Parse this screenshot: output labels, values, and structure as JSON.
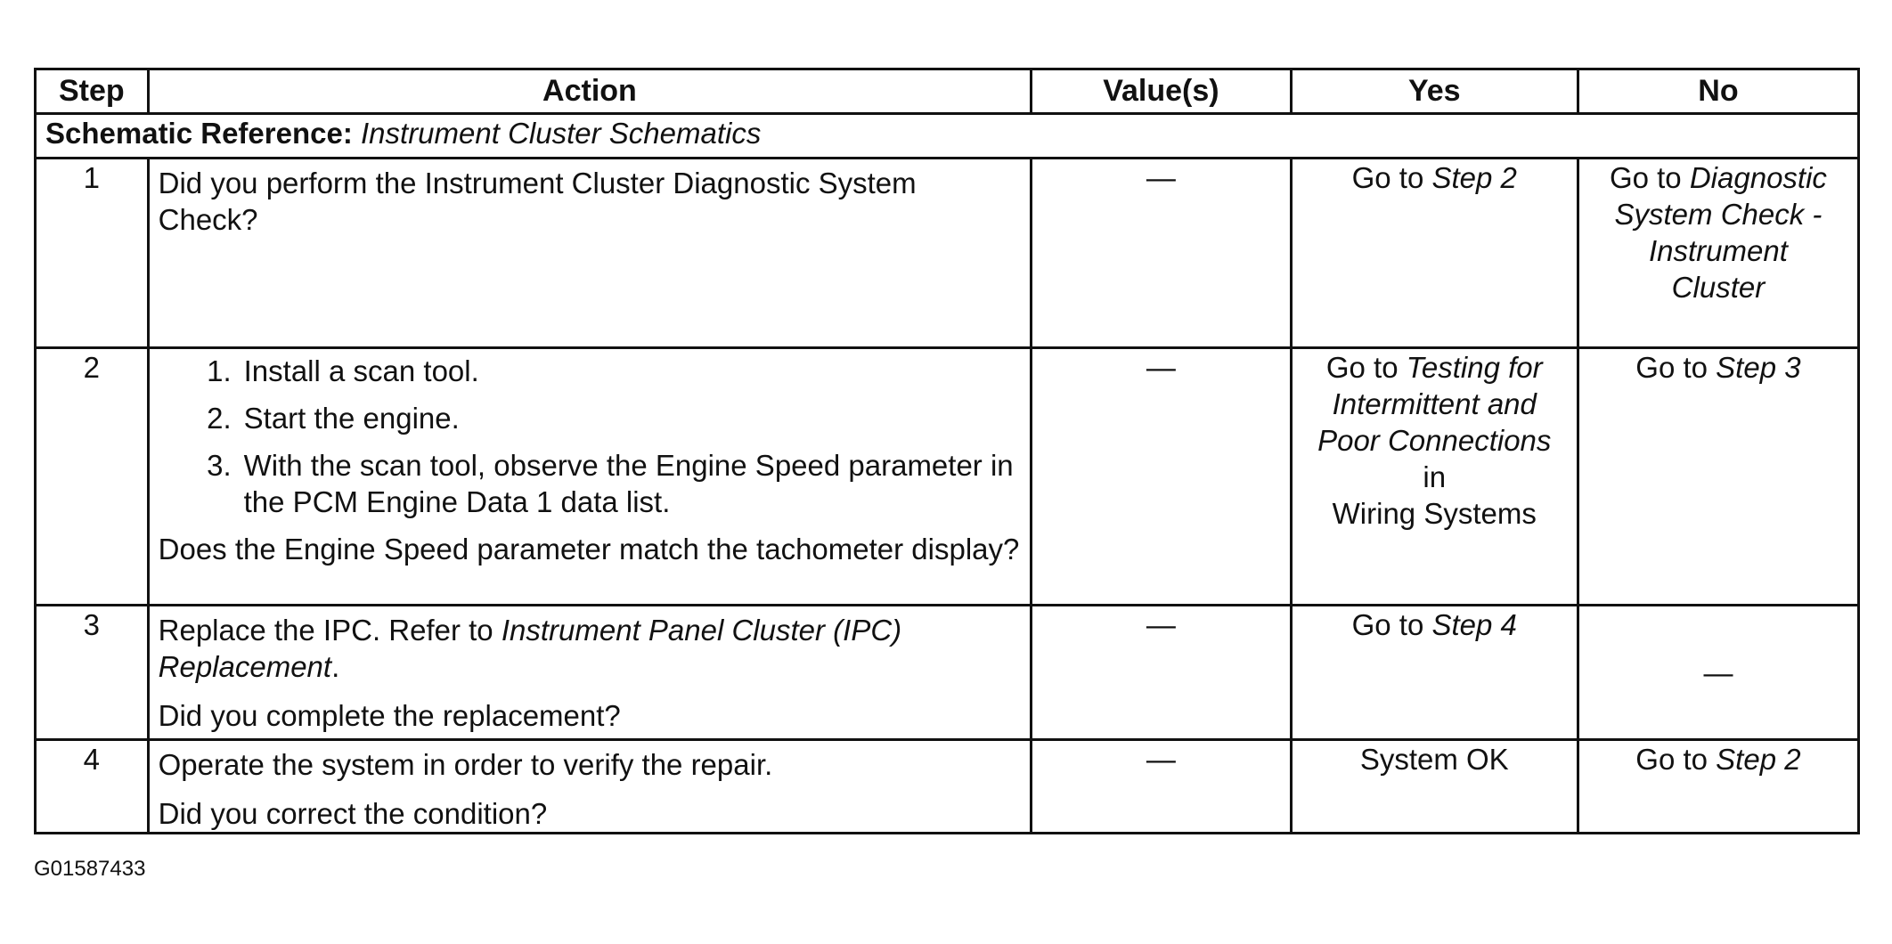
{
  "headers": {
    "step": "Step",
    "action": "Action",
    "values": "Value(s)",
    "yes": "Yes",
    "no": "No"
  },
  "reference": {
    "label": "Schematic Reference:",
    "value": "Instrument Cluster Schematics"
  },
  "rows": [
    {
      "step": "1",
      "action": "Did you perform the Instrument Cluster Diagnostic System Check?",
      "value": "—",
      "yes_prefix": "Go to",
      "yes_link": "Step 2",
      "no_prefix": "Go to",
      "no_link_1": "Diagnostic",
      "no_link_2": "System Check -",
      "no_link_3": "Instrument",
      "no_link_4": "Cluster"
    },
    {
      "step": "2",
      "steps": [
        {
          "num": "1.",
          "text": "Install a scan tool."
        },
        {
          "num": "2.",
          "text": "Start the engine."
        },
        {
          "num": "3.",
          "text": "With the scan tool, observe the Engine Speed parameter in the PCM Engine Data 1 data list."
        }
      ],
      "question": "Does the Engine Speed parameter match the tachometer display?",
      "value": "—",
      "yes_prefix": "Go to",
      "yes_link_1": "Testing for",
      "yes_link_2": "Intermittent and",
      "yes_link_3": "Poor Connections",
      "yes_in": "in",
      "yes_tail": "Wiring Systems",
      "no_prefix": "Go to",
      "no_link": "Step 3"
    },
    {
      "step": "3",
      "action_prefix": "Replace the IPC. Refer to",
      "action_link": "Instrument Panel Cluster (IPC) Replacement",
      "action_suffix": ".",
      "question": "Did you complete the replacement?",
      "value": "—",
      "yes_prefix": "Go to",
      "yes_link": "Step 4",
      "no": "—"
    },
    {
      "step": "4",
      "action": "Operate the system in order to verify the repair.",
      "question": "Did you correct the condition?",
      "value": "—",
      "yes": "System OK",
      "no_prefix": "Go to",
      "no_link": "Step 2"
    }
  ],
  "footer": "G01587433"
}
